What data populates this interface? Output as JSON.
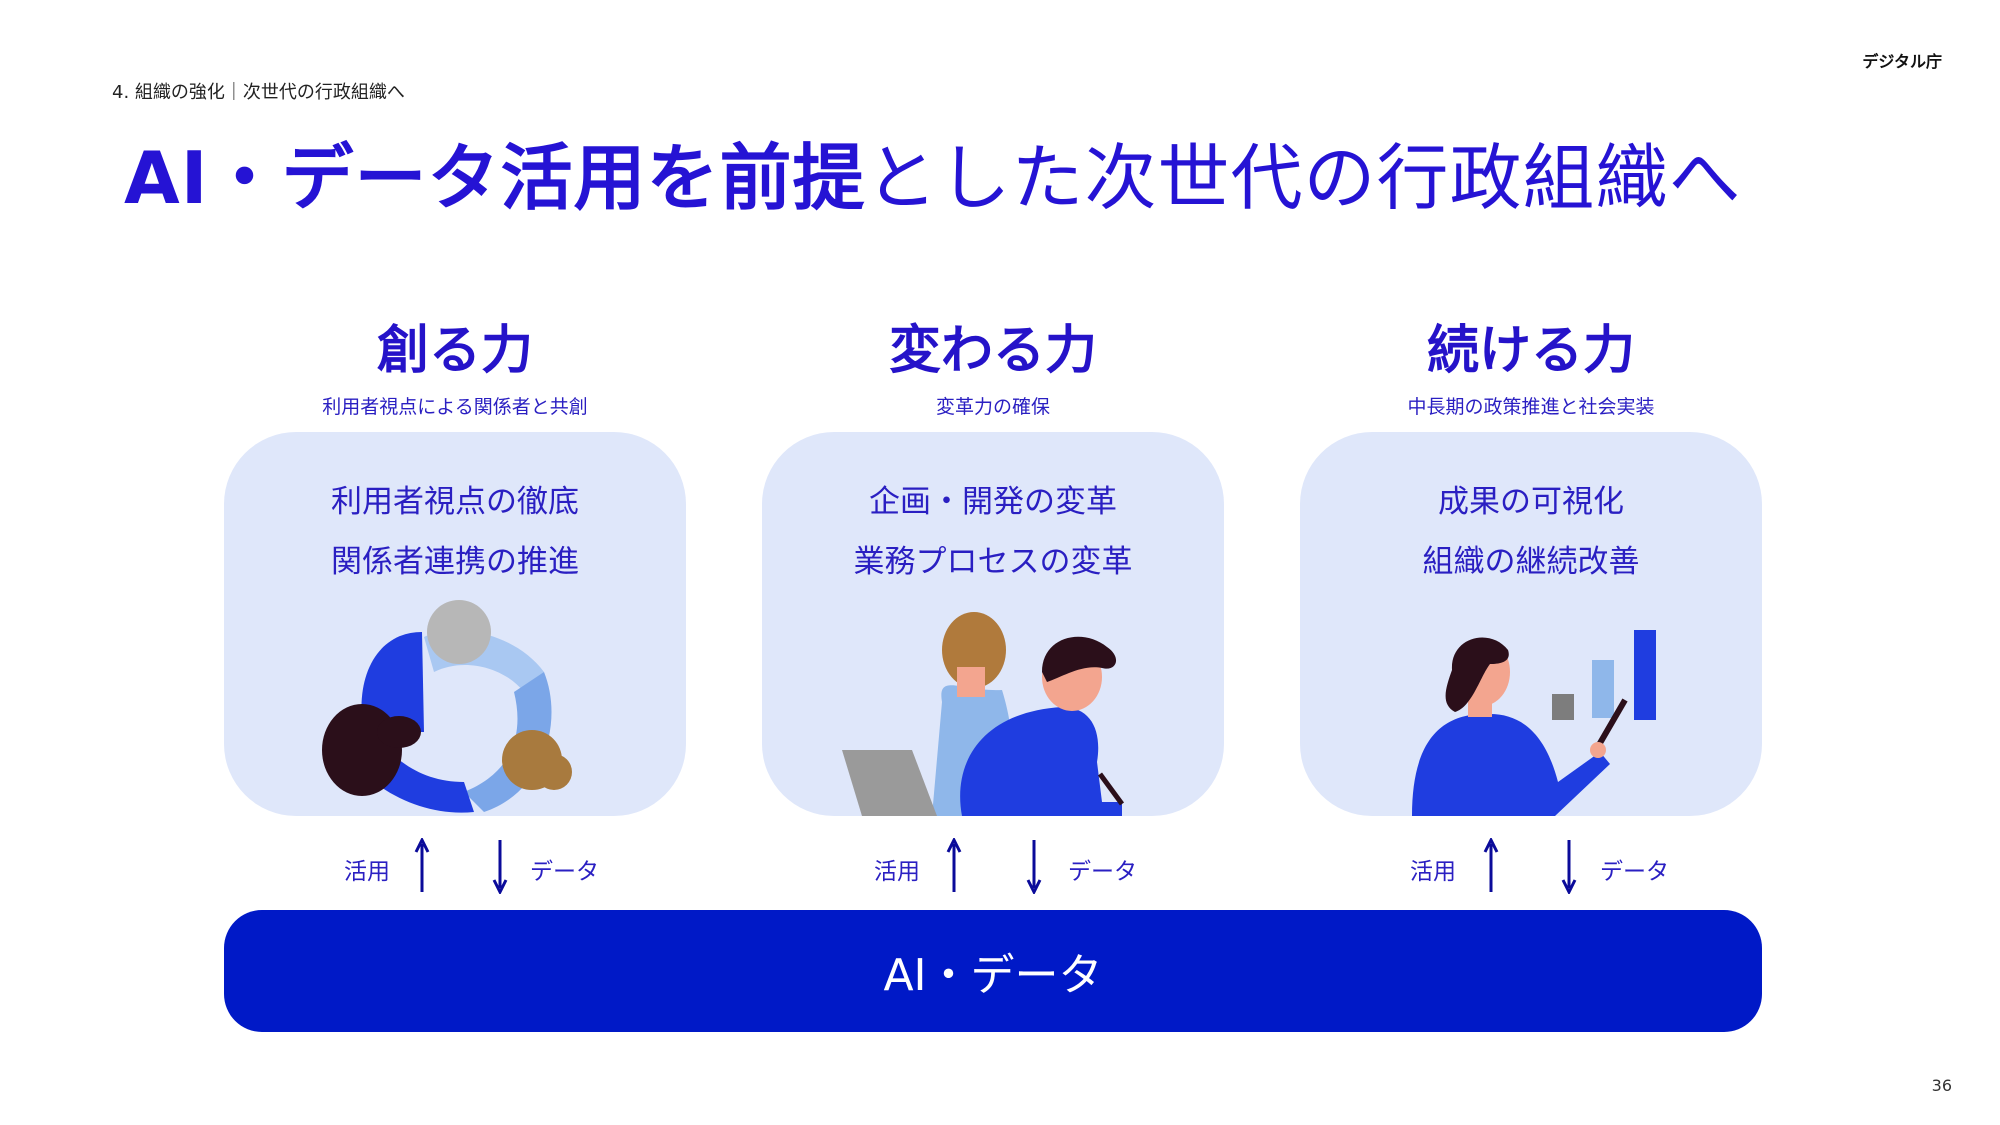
{
  "header": {
    "logo": "デジタル庁",
    "breadcrumb": "4. 組織の強化｜次世代の行政組織へ",
    "title_bold": "AI・データ活用を前提",
    "title_light": "とした次世代の行政組織へ"
  },
  "columns": [
    {
      "heading": "創る力",
      "subtitle": "利用者視点による関係者と共創",
      "line1": "利用者視点の徹底",
      "line2": "関係者連携の推進",
      "up_label": "活用",
      "down_label": "データ"
    },
    {
      "heading": "変わる力",
      "subtitle": "変革力の確保",
      "line1": "企画・開発の変革",
      "line2": "業務プロセスの変革",
      "up_label": "活用",
      "down_label": "データ"
    },
    {
      "heading": "続ける力",
      "subtitle": "中長期の政策推進と社会実装",
      "line1": "成果の可視化",
      "line2": "組織の継続改善",
      "up_label": "活用",
      "down_label": "データ"
    }
  ],
  "base": {
    "label": "AI・データ"
  },
  "page_number": "36",
  "colors": {
    "title": "#2513d4",
    "card_bg": "#dfe7fa",
    "base_bg": "#0019c7",
    "accent_blue": "#1f3de0"
  }
}
